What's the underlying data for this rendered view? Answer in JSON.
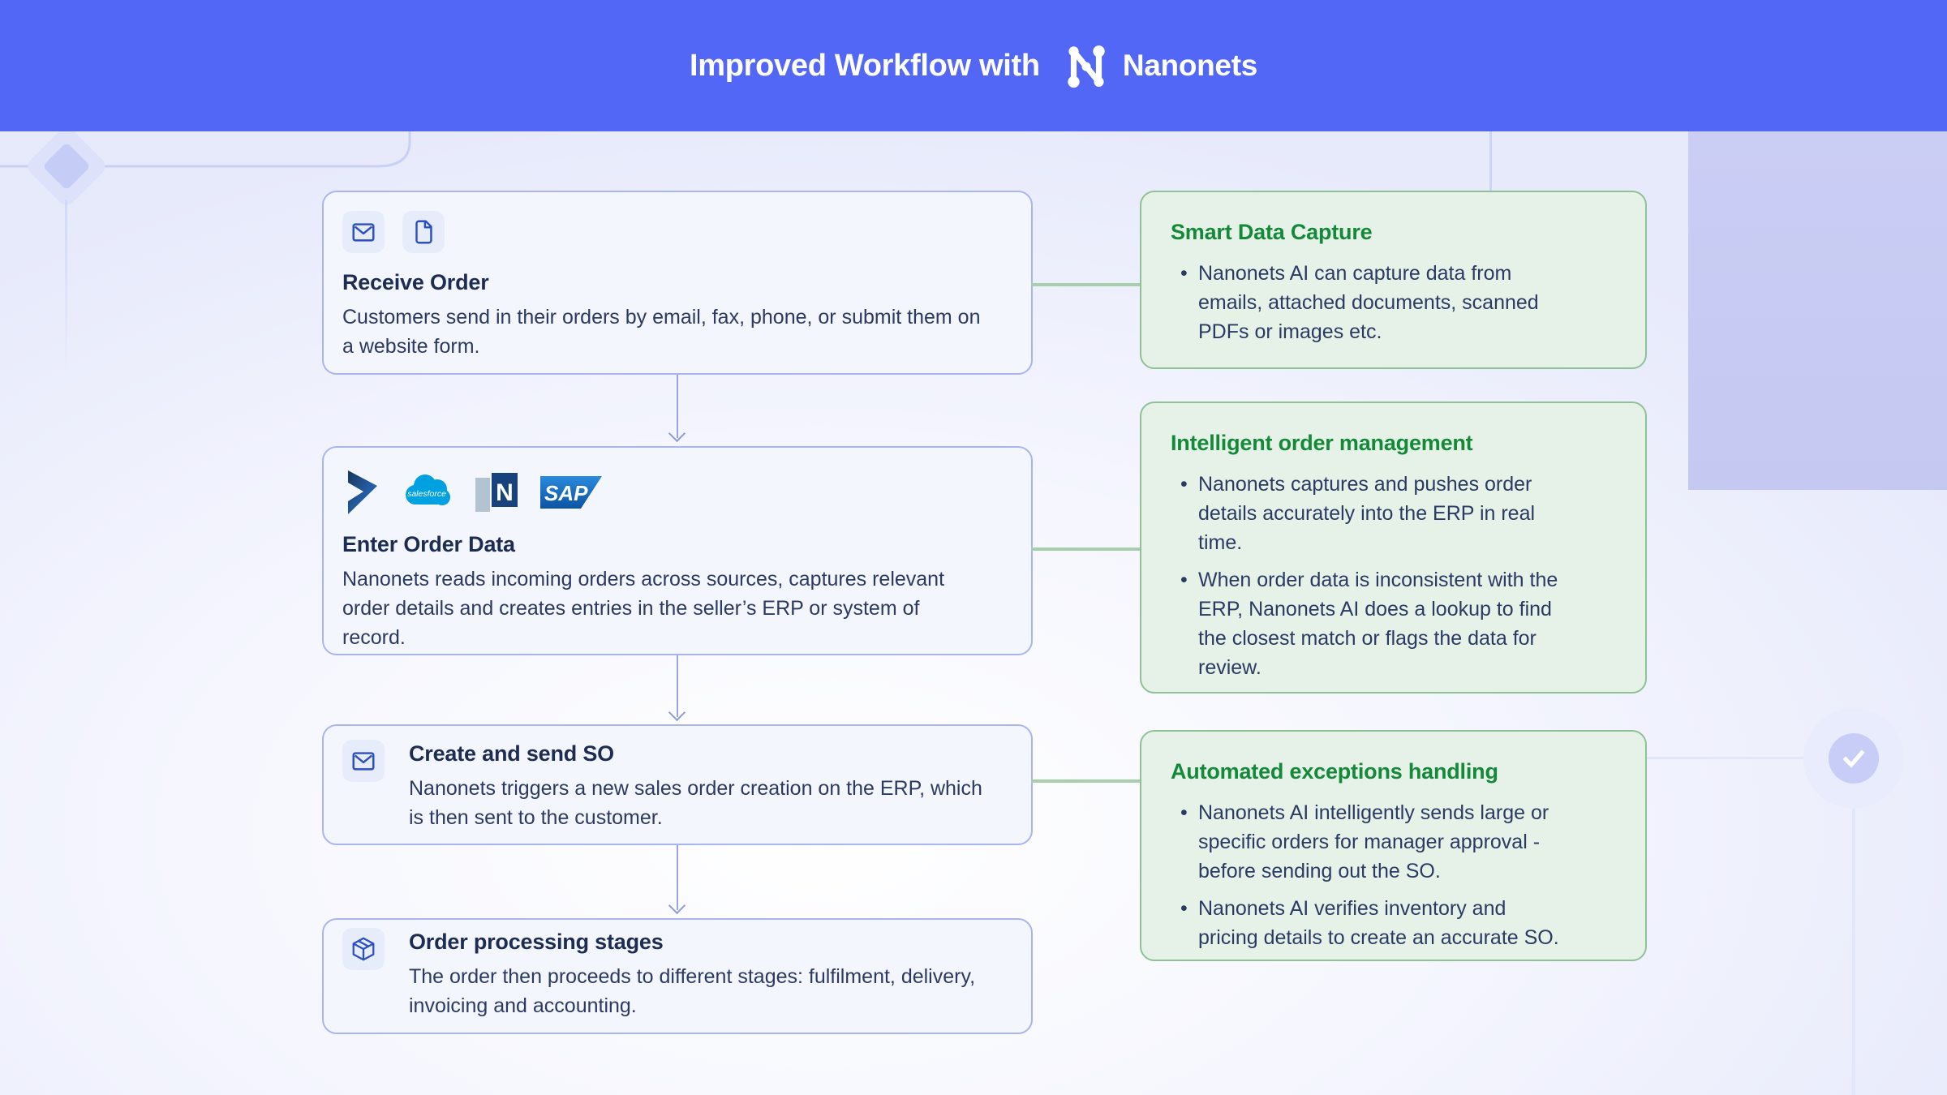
{
  "header": {
    "title": "Improved Workflow with",
    "brand": "Nanonets",
    "logo_icon": "nanonets-network-n-icon"
  },
  "flow_steps": [
    {
      "title": "Receive Order",
      "description": "Customers send in their orders by email, fax, phone, or submit them on\na website form.",
      "icons": [
        "envelope-icon",
        "document-icon"
      ]
    },
    {
      "title": "Enter Order Data",
      "description": "Nanonets reads incoming orders across sources, captures relevant\norder details and creates entries in the seller’s ERP or system of\nrecord.",
      "icons": [
        "microsoft-dynamics-logo",
        "salesforce-logo",
        "netsuite-logo",
        "sap-logo"
      ]
    },
    {
      "title": "Create and send SO",
      "description": "Nanonets triggers a new sales order creation on the ERP, which\nis then sent to the customer.",
      "icons": [
        "envelope-icon"
      ]
    },
    {
      "title": "Order processing stages",
      "description": "The order then proceeds to different stages: fulfilment, delivery,\ninvoicing and accounting.",
      "icons": [
        "package-icon"
      ]
    }
  ],
  "callouts": [
    {
      "title": "Smart Data Capture",
      "bullets": [
        "Nanonets AI can capture data from\nemails, attached documents, scanned\nPDFs or images etc."
      ]
    },
    {
      "title": "Intelligent order management",
      "bullets": [
        "Nanonets captures and pushes order\ndetails accurately into the ERP in real\ntime.",
        "When order data is inconsistent with the\nERP, Nanonets AI does a lookup to find\nthe closest match or flags the data for\nreview."
      ]
    },
    {
      "title": "Automated exceptions handling",
      "bullets": [
        "Nanonets AI intelligently sends large or\nspecific orders for manager approval -\nbefore sending out the SO.",
        "Nanonets AI verifies inventory and\npricing details to create an accurate SO."
      ]
    }
  ],
  "logos": {
    "salesforce_label": "salesforce",
    "sap_label": "SAP",
    "netsuite_label": "N"
  },
  "colors": {
    "header_blue": "#5267f6",
    "box_border": "#a9b5ef",
    "box_fill": "#f4f6fd",
    "callout_fill": "#e6f2e7",
    "callout_border": "#90c095",
    "callout_title_green": "#148939",
    "body_navy": "#2b3a63",
    "connector_green": "#a7cfab",
    "icon_blue": "#2b50c5",
    "decor_purple": "#c8ccf4"
  }
}
